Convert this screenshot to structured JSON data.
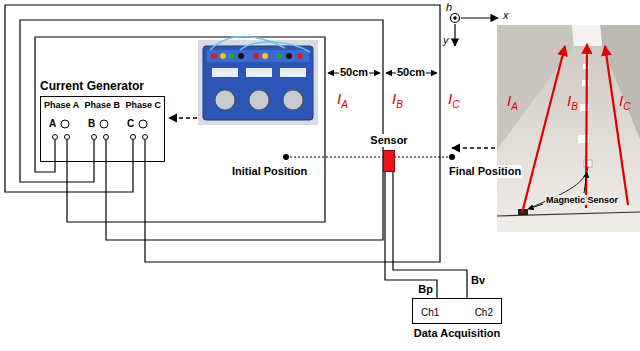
{
  "diagram": {
    "nodes": [
      {
        "text": [
          "Current Generator",
          "Phase A",
          "Phase B",
          "Phase C"
        ]
      },
      {
        "text": [
          "Sensor"
        ]
      },
      {
        "text": [
          "Ch1",
          "Ch2",
          "Data Acquisition"
        ]
      }
    ],
    "edges": [
      {
        "from": 1,
        "to": 2,
        "arrow": "none",
        "label": "Bp"
      },
      {
        "from": 1,
        "to": 2,
        "arrow": "none",
        "label": "Bv"
      }
    ],
    "labels": [
      "h",
      "x",
      "y",
      "50cm",
      "50cm",
      "IA",
      "IB",
      "IC",
      "A",
      "B",
      "C",
      "Initial Position",
      "Final Position",
      "IA",
      "IB",
      "IC",
      "Magnetic Sensor"
    ]
  }
}
